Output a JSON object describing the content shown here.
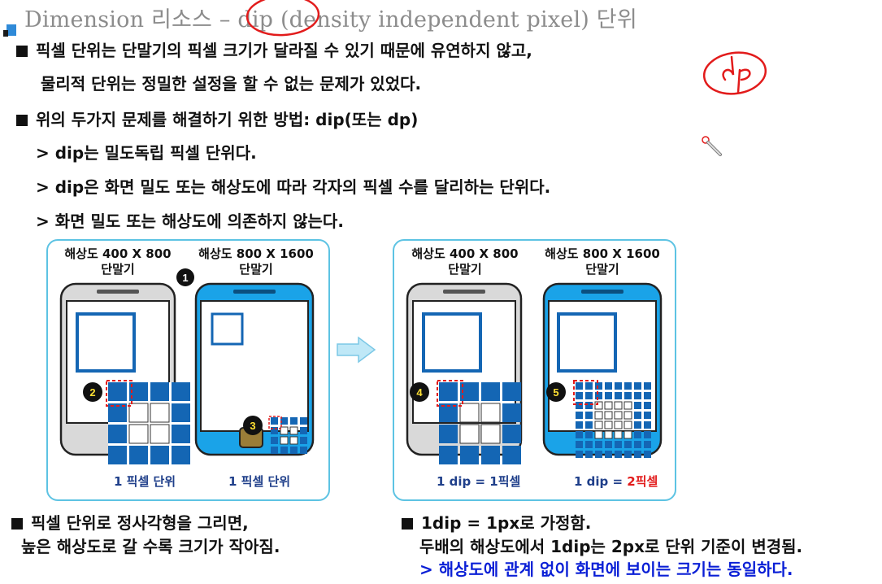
{
  "title": "Dimension 리소스 – dip (density independent pixel) 단위",
  "handwriting": "dp",
  "intro": {
    "line1": "픽셀 단위는 단말기의 픽셀 크기가 달라질 수 있기 때문에 유연하지 않고,",
    "line2": "물리적 단위는 정밀한 설정을 할 수 없는 문제가 있었다."
  },
  "solution": {
    "heading": "위의 두가지 문제를 해결하기 위한 방법: dip(또는 dp)",
    "points": [
      "> dip는 밀도독립 픽셀 단위다.",
      "> dip은 화면 밀도 또는 해상도에 따라 각자의 픽셀 수를 달리하는 단위다.",
      "> 화면 밀도 또는 해상도에 의존하지 않는다."
    ]
  },
  "left_panel": {
    "phone1_caption": [
      "해상도 400 X 800",
      "단말기"
    ],
    "phone2_caption": [
      "해상도 800 X 1600",
      "단말기"
    ],
    "badges": [
      "1",
      "2",
      "3"
    ],
    "footer1": "1 픽셀 단위",
    "footer2": "1 픽셀 단위"
  },
  "right_panel": {
    "phone1_caption": [
      "해상도 400 X 800",
      "단말기"
    ],
    "phone2_caption": [
      "해상도 800 X 1600",
      "단말기"
    ],
    "badges": [
      "4",
      "5"
    ],
    "footer1": "1 dip = 1픽셀",
    "footer2_prefix": "1 dip = ",
    "footer2_highlight": "2픽셀"
  },
  "bottom_left": {
    "line1": "픽셀 단위로 정사각형을 그리면,",
    "line2": "높은 해상도로 갈 수록 크기가 작아짐."
  },
  "bottom_right": {
    "line1": "1dip = 1px로 가정함.",
    "line2": "두배의 해상도에서 1dip는 2px로 단위 기준이 변경됨.",
    "line3": "> 해상도에 관계 없이 화면에 보이는 크기는 동일하다."
  },
  "colors": {
    "title": "#8c8c8c",
    "panel_border": "#5dc3e3",
    "phone_blue": "#1aa3e8",
    "phone_gray": "#d9d9d9",
    "pixel_blue": "#1466b4",
    "annotation_red": "#e21b1b",
    "emphasis_blue": "#0a1fd6"
  }
}
